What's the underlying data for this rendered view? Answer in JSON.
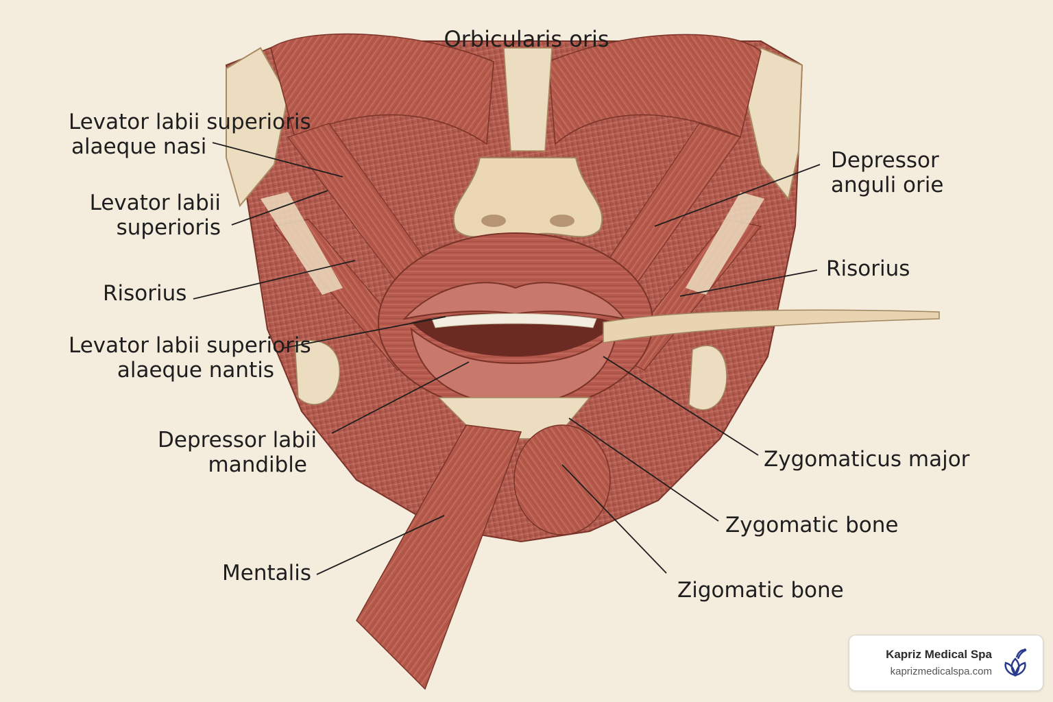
{
  "title": "Orbicularis oris",
  "labels": {
    "lls_alaeque_nasi": [
      "Levator labii superioris",
      "alaeque nasi"
    ],
    "levator_labii_sup": [
      "Levator labii",
      "superioris"
    ],
    "risorius_left": [
      "Risorius"
    ],
    "lls_alaeque_nantis": [
      "Levator labii superioris",
      "alaeque nantis"
    ],
    "depressor_labii": [
      "Depressor labii",
      "mandible"
    ],
    "mentalis": [
      "Mentalis"
    ],
    "depressor_anguli": [
      "Depressor",
      "anguli orie"
    ],
    "risorius_right": [
      "Risorius"
    ],
    "zygomaticus_major": [
      "Zygomaticus major"
    ],
    "zygomatic_bone": [
      "Zygomatic bone"
    ],
    "zigomatic_bone": [
      "Zigomatic bone"
    ]
  },
  "badge": {
    "name": "Kapriz Medical Spa",
    "url": "kaprizmedicalspa.com",
    "logo_icon": "lotus-icon"
  },
  "colors": {
    "background": "#f4ecdd",
    "muscle": "#b65a4c",
    "muscle_dark": "#8e3f33",
    "tendon": "#ecdcc0",
    "lip": "#c9786c"
  }
}
